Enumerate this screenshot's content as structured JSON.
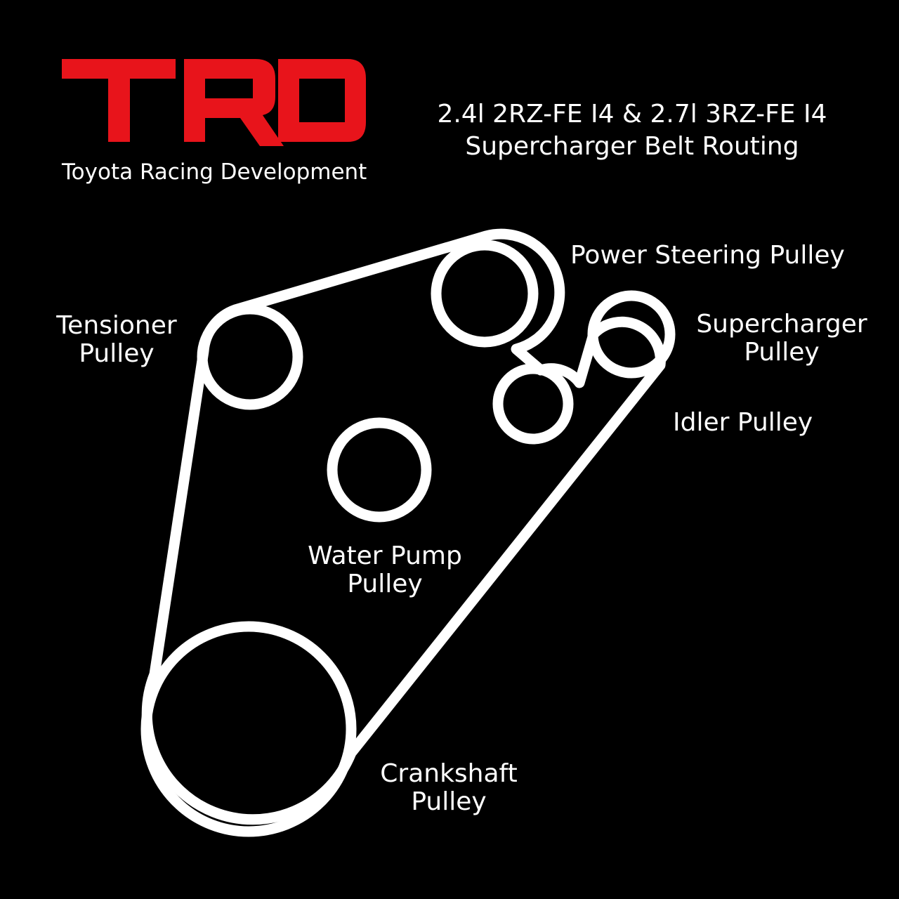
{
  "logo": {
    "brand": "TRD",
    "tagline": "Toyota Racing Development",
    "color": "#e8141b"
  },
  "title": {
    "line1": "2.4l 2RZ-FE I4 & 2.7l 3RZ-FE I4",
    "line2": "Supercharger Belt Routing"
  },
  "labels": {
    "power_steering": "Power Steering Pulley",
    "tensioner_1": "Tensioner",
    "tensioner_2": "Pulley",
    "supercharger_1": "Supercharger",
    "supercharger_2": "Pulley",
    "idler": "Idler Pulley",
    "water_pump_1": "Water Pump",
    "water_pump_2": "Pulley",
    "crankshaft_1": "Crankshaft",
    "crankshaft_2": "Pulley"
  },
  "colors": {
    "background": "#000000",
    "line": "#ffffff",
    "accent": "#e8141b"
  }
}
